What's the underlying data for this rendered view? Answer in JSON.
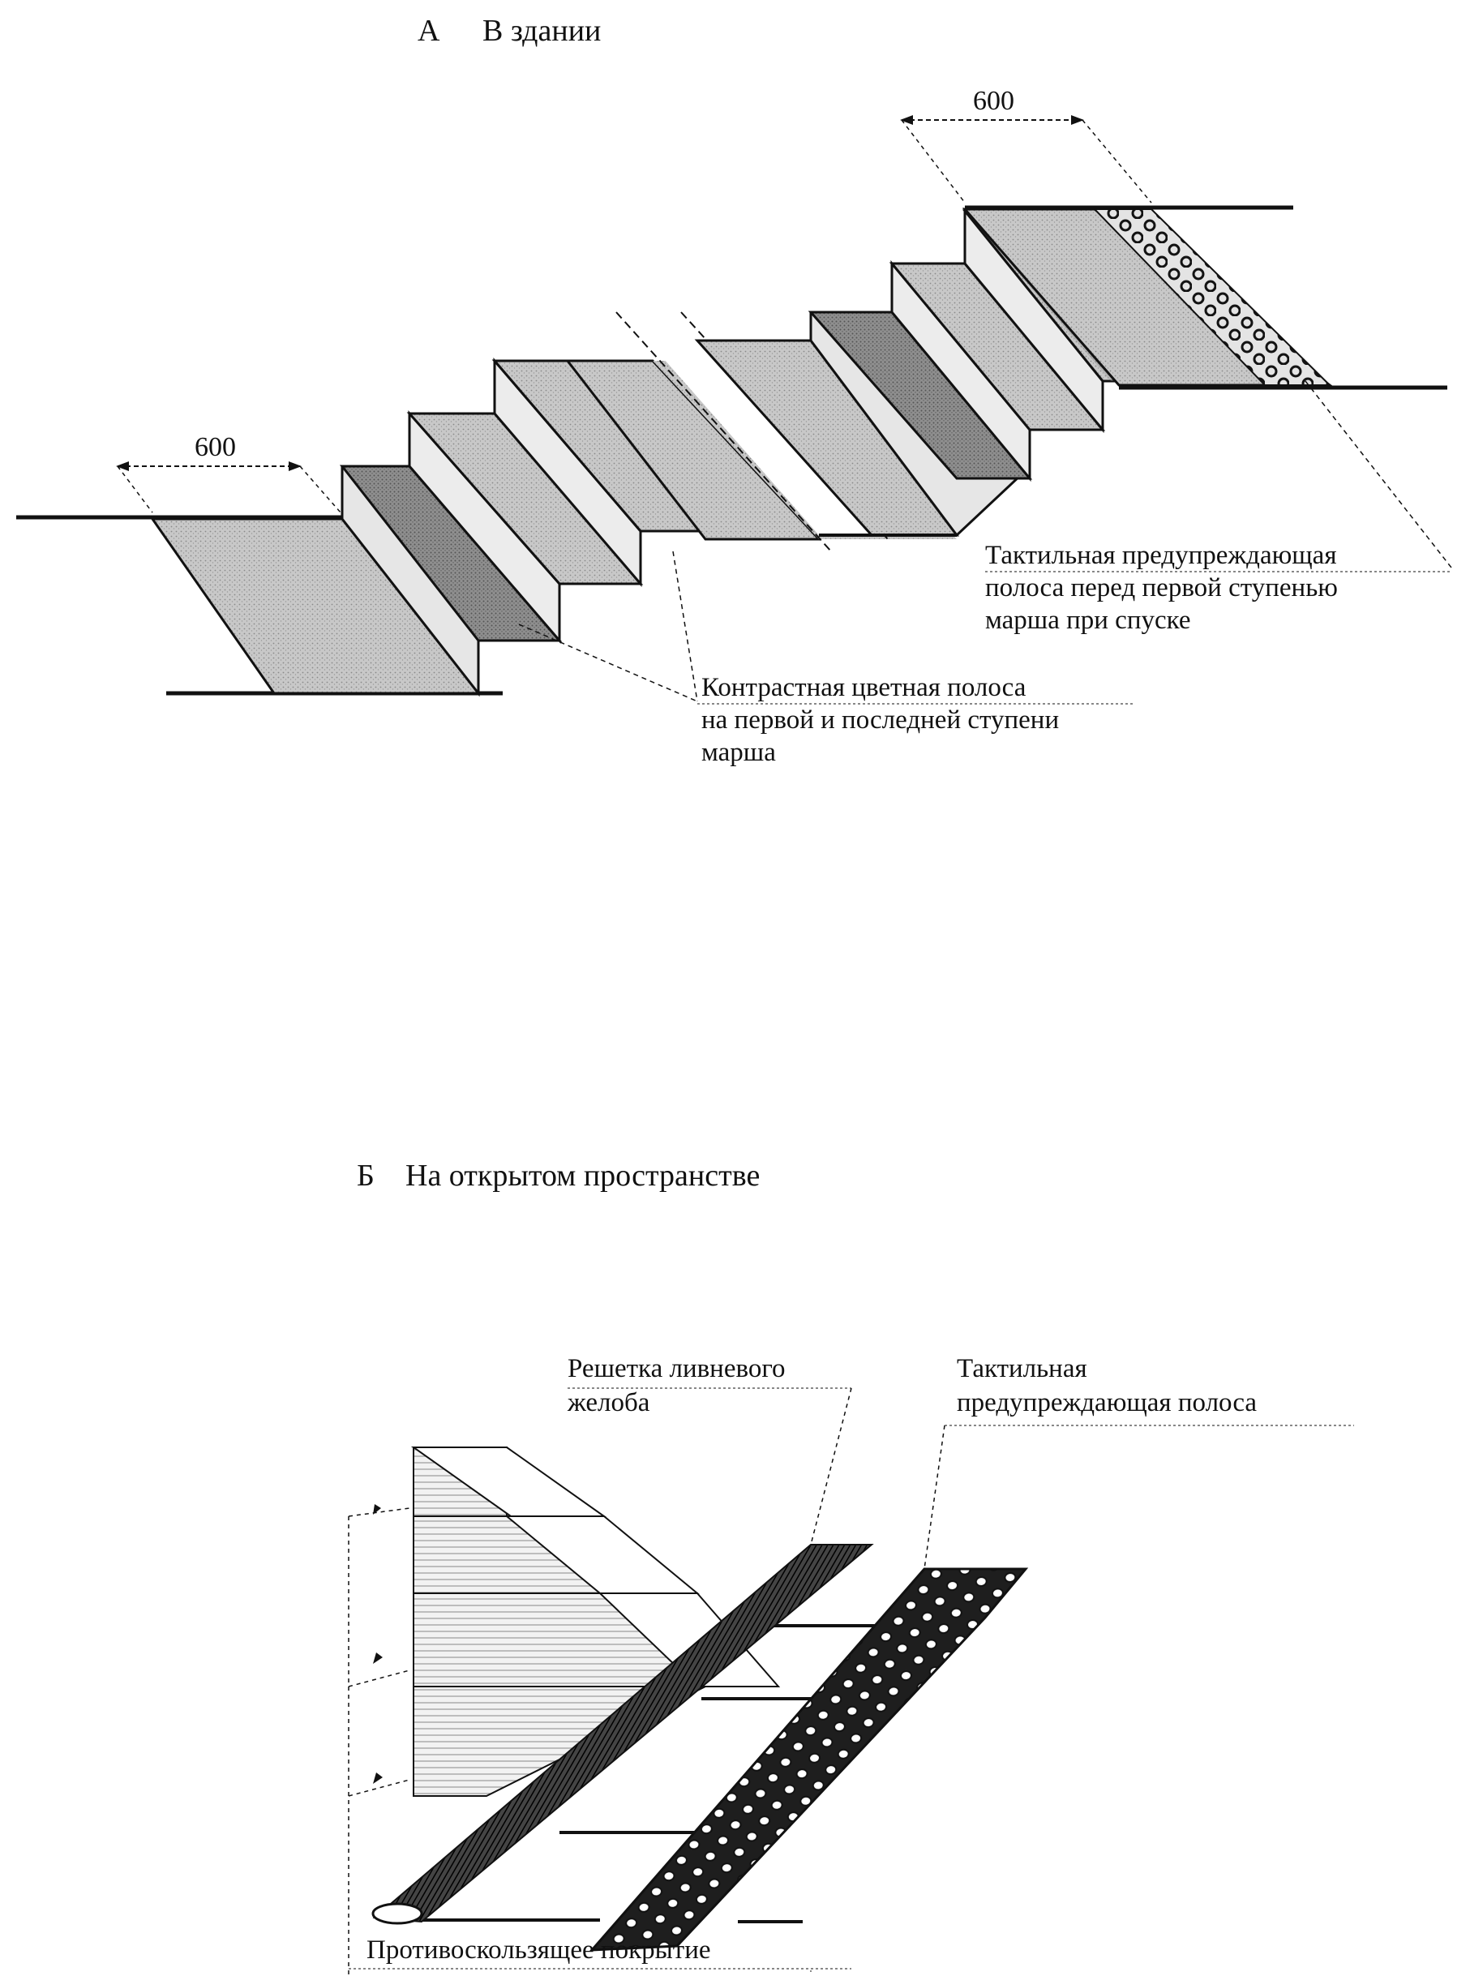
{
  "panel_a": {
    "letter": "А",
    "title": "В здании",
    "dim_top": "600",
    "dim_left": "600",
    "tactile_label": [
      "Тактильная предупреждающая",
      "полоса перед первой ступенью",
      "марша при спуске"
    ],
    "contrast_label": [
      "Контрастная цветная полоса",
      "на первой и последней ступени",
      "марша"
    ]
  },
  "panel_b": {
    "letter": "Б",
    "title": "На открытом пространстве",
    "grate_label": [
      "Решетка ливневого",
      "желоба"
    ],
    "tactile_label": [
      "Тактильная",
      "предупреждающая полоса"
    ],
    "antislip_label": "Противоскользящее покрытие"
  },
  "colors": {
    "ink": "#111111",
    "tread": "#bdbdbd",
    "tread_light": "#d9d9d9",
    "nosing": "#8c8c8c",
    "paper": "#ffffff"
  }
}
